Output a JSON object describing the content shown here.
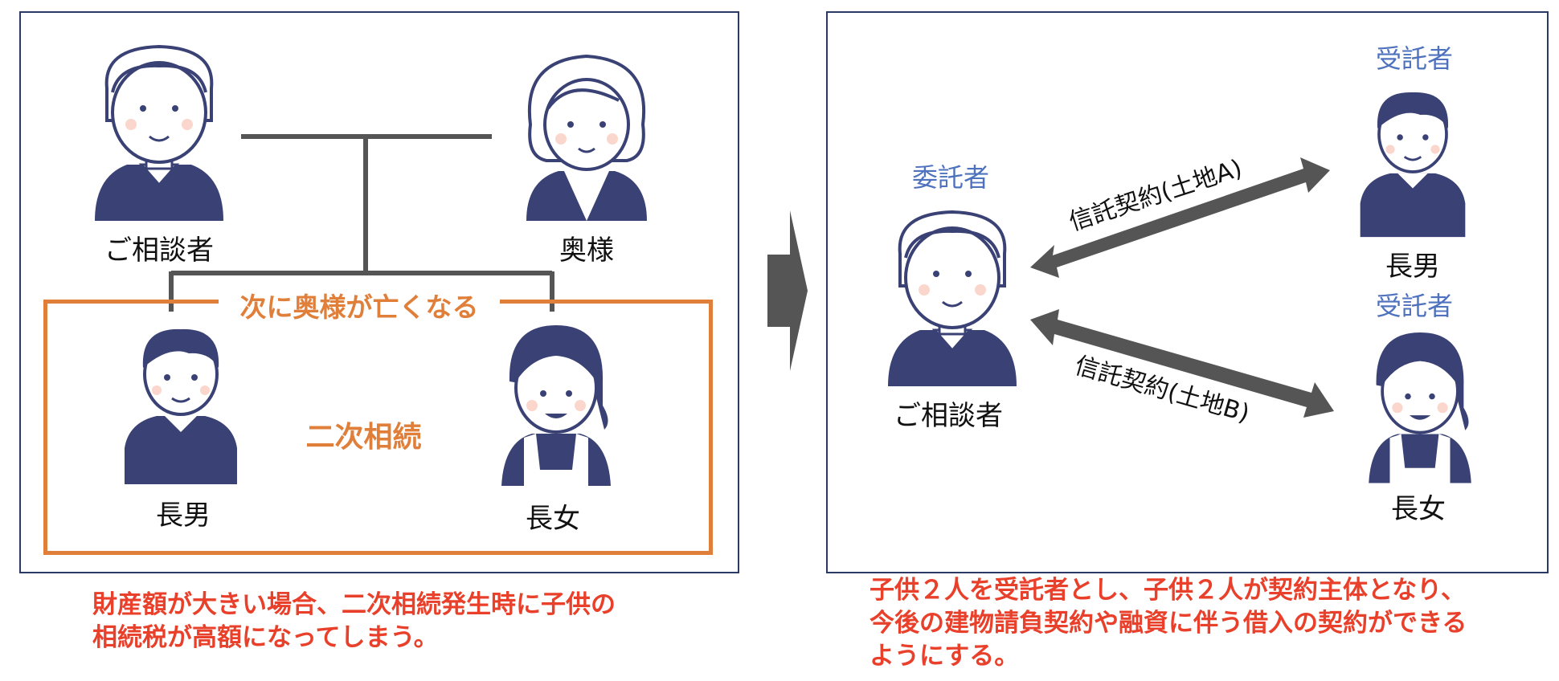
{
  "left_panel": {
    "consultant": "ご相談者",
    "wife": "奥様",
    "event": "次に奥様が亡くなる",
    "inheritance": "二次相続",
    "son": "長男",
    "daughter": "長女"
  },
  "right_panel": {
    "trustor_role": "委託者",
    "consultant": "ご相談者",
    "trustee_role_1": "受託者",
    "son": "長男",
    "trustee_role_2": "受託者",
    "daughter": "長女",
    "contract_a": "信託契約(土地A)",
    "contract_b": "信託契約(土地B)"
  },
  "captions": {
    "left": [
      "財産額が大きい場合、二次相続発生時に子供の",
      "相続税が高額になってしまう。"
    ],
    "right": [
      "子供２人を受託者とし、子供２人が契約主体となり、",
      "今後の建物請負契約や融資に伴う借入の契約ができる",
      "ようにする。"
    ]
  },
  "colors": {
    "navy": "#3a4275",
    "orange": "#e07f3a",
    "red": "#e8402a",
    "role_blue": "#4f72be",
    "arrow_gray": "#555555"
  }
}
